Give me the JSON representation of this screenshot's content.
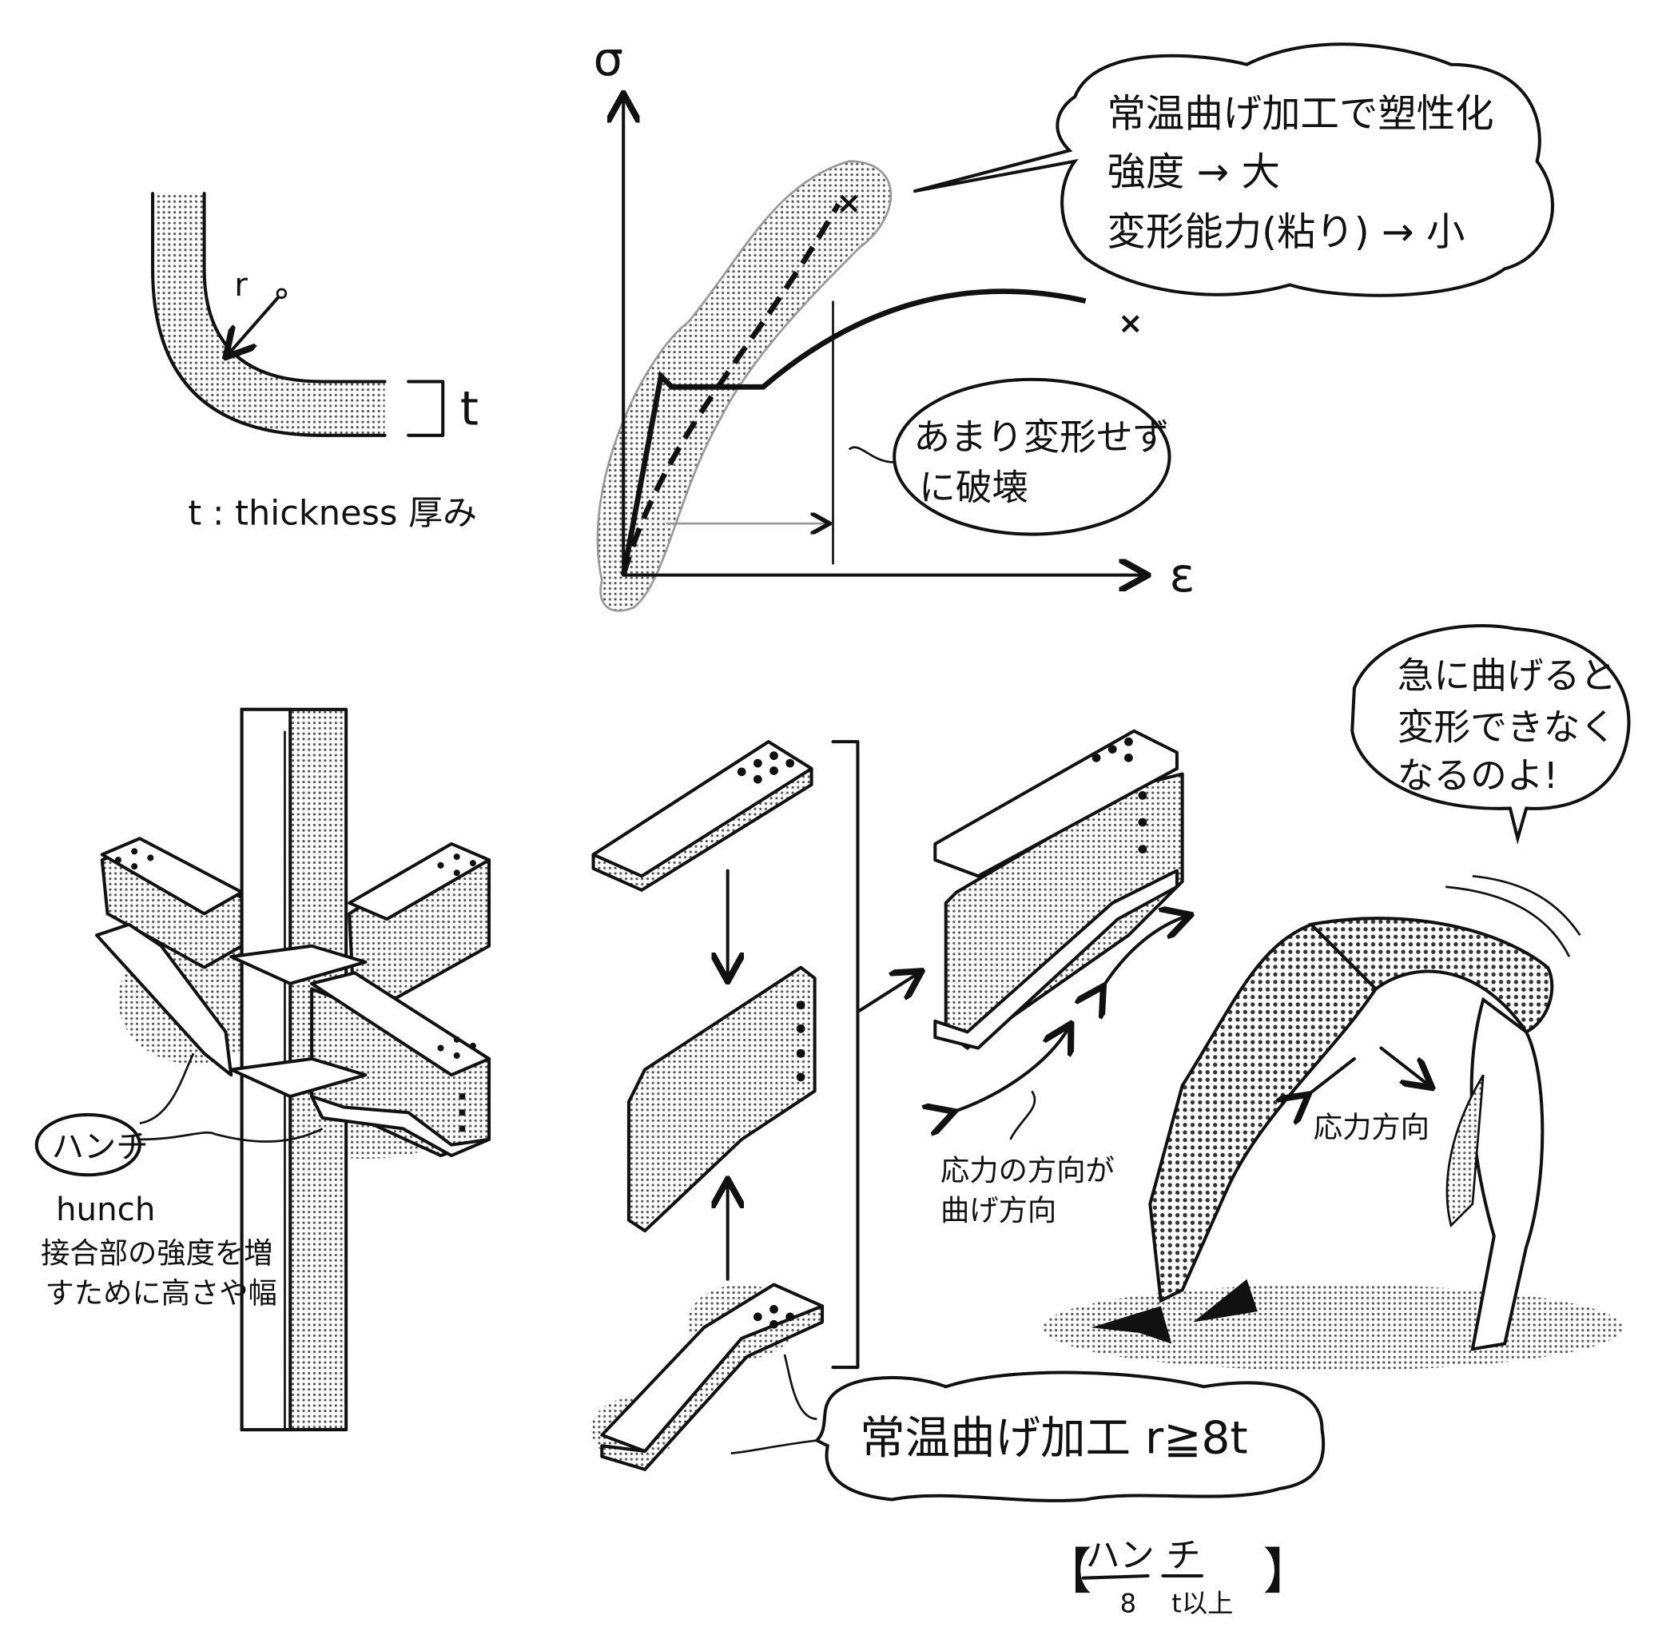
{
  "bend_diagram": {
    "radius_label": "r",
    "thickness_label": "t",
    "caption": "t : thickness 厚み"
  },
  "graph": {
    "y_axis_label": "σ",
    "x_axis_label": "ε"
  },
  "bubble_plasticity": {
    "lines": [
      "常温曲げ加工で塑性化",
      "強度 → 大",
      "変形能力(粘り) → 小"
    ]
  },
  "bubble_fracture": {
    "lines": [
      "あまり変形せず",
      "に破壊"
    ]
  },
  "bubble_speech": {
    "lines": [
      "急に曲げると",
      "変形できなく",
      "なるのよ!"
    ]
  },
  "hunch_note": {
    "bubble": "ハンチ",
    "english": "hunch",
    "lines": [
      "接合部の強度を増",
      "すために高さや幅"
    ]
  },
  "stress_direction_note": {
    "lines": [
      "応力の方向が",
      "曲げ方向"
    ]
  },
  "body_note": "応力方向",
  "bubble_cold_bend": "常温曲げ加工 r≧8t",
  "rule": {
    "numerator_left": "ハン",
    "numerator_right": "チ",
    "denominator_left": "8",
    "denominator_right": "t以上"
  }
}
